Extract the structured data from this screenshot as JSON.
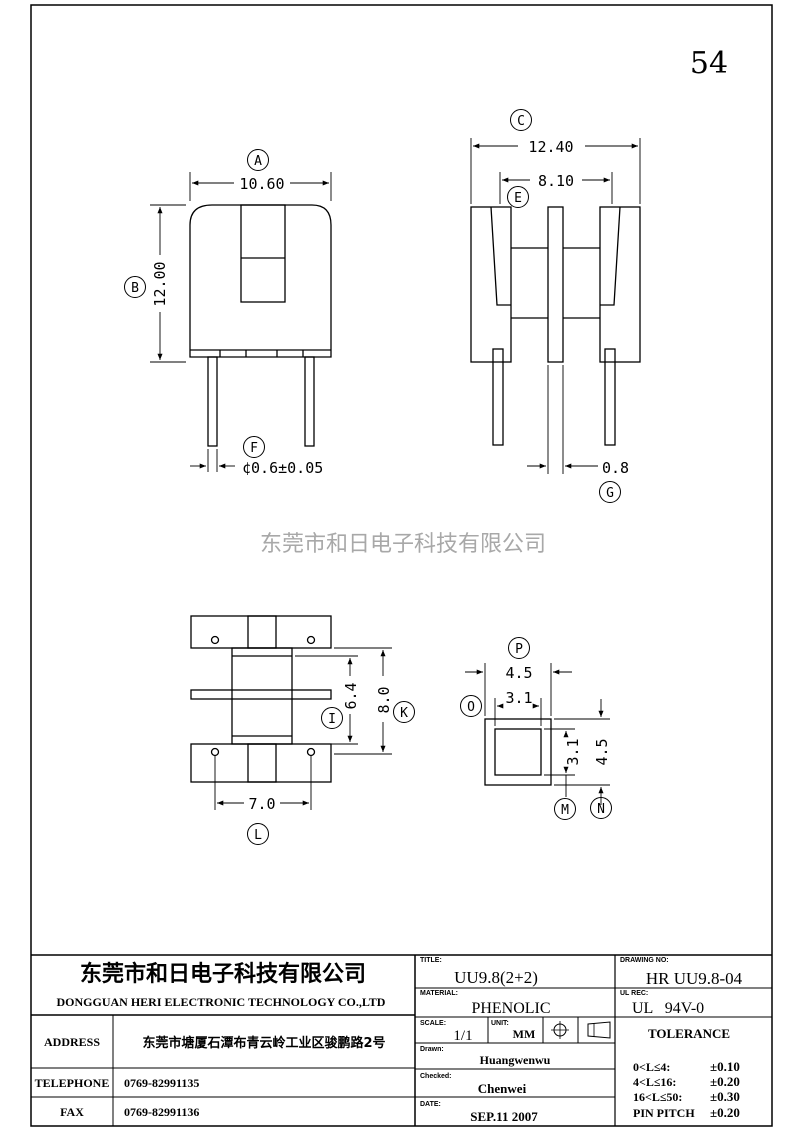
{
  "page_number": "54",
  "watermark": "东莞市和日电子科技有限公司",
  "labels": {
    "A": "A",
    "B": "B",
    "C": "C",
    "E": "E",
    "F": "F",
    "G": "G",
    "I": "I",
    "K": "K",
    "L": "L",
    "M": "M",
    "N": "N",
    "O": "O",
    "P": "P"
  },
  "dims": {
    "A": "10.60",
    "B": "12.00",
    "C": "12.40",
    "E": "8.10",
    "F": "¢0.6±0.05",
    "G": "0.8",
    "I": "6.4",
    "K": "8.0",
    "L": "7.0",
    "P": "4.5",
    "O": "3.1",
    "M": "3.1",
    "N": "4.5"
  },
  "title_block": {
    "company_cn": "东莞市和日电子科技有限公司",
    "company_en": "DONGGUAN HERI ELECTRONIC TECHNOLOGY CO.,LTD",
    "address_label": "ADDRESS",
    "address_value": "东莞市塘厦石潭布青云岭工业区骏鹏路2号",
    "telephone_label": "TELEPHONE",
    "telephone_value": "0769-82991135",
    "fax_label": "FAX",
    "fax_value": "0769-82991136",
    "title_label": "TITLE:",
    "title_value": "UU9.8(2+2)",
    "material_label": "MATERIAL:",
    "material_value": "PHENOLIC",
    "scale_label": "SCALE:",
    "scale_value": "1/1",
    "unit_label": "UNIT:",
    "unit_value": "MM",
    "drawn_label": "Drawn:",
    "drawn_value": "Huangwenwu",
    "checked_label": "Checked:",
    "checked_value": "Chenwei",
    "date_label": "DATE:",
    "date_value": "SEP.11 2007",
    "drawing_no_label": "DRAWING NO:",
    "drawing_no_value": "HR UU9.8-04",
    "ul_rec_label": "UL REC:",
    "ul_rec_value": "UL   94V-0",
    "tolerance_label": "TOLERANCE",
    "tolerances": [
      {
        "range": "0<L≤4:",
        "value": "±0.10"
      },
      {
        "range": "4<L≤16:",
        "value": "±0.20"
      },
      {
        "range": "16<L≤50:",
        "value": "±0.30"
      },
      {
        "range": "PIN PITCH",
        "value": "±0.20"
      }
    ]
  }
}
